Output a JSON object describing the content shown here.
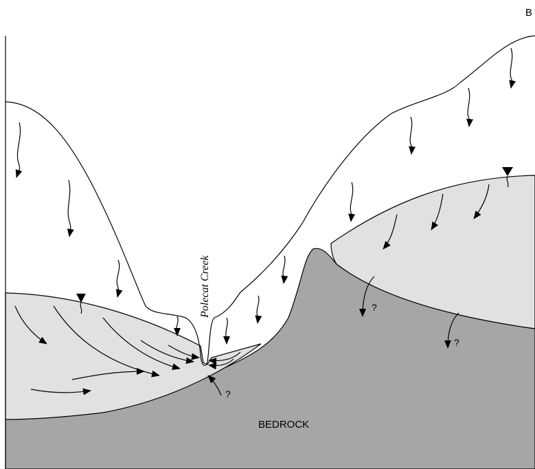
{
  "corner_label": "B",
  "bedrock_label": "BEDROCK",
  "creek_label": "Polecat Creek",
  "question_mark": "?",
  "colors": {
    "bedrock": "#a6a6a6",
    "saturated_zone": "#e1e1e1",
    "unsaturated_zone": "#ffffff",
    "stroke": "#000000"
  },
  "icons": [
    "water-table-triangle-icon",
    "flow-arrow-icon",
    "infiltration-arrow-icon"
  ]
}
